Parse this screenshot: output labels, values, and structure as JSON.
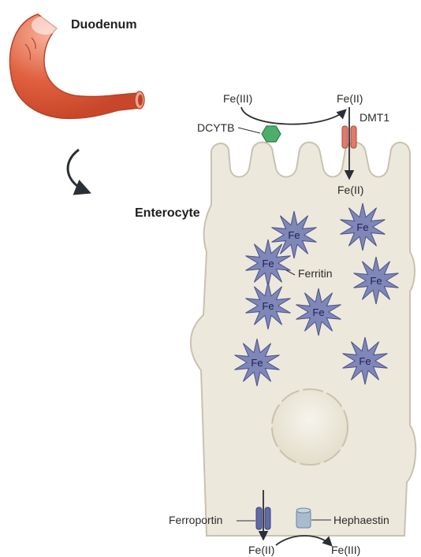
{
  "labels": {
    "duodenum": "Duodenum",
    "enterocyte": "Enterocyte",
    "fe3_top": "Fe(III)",
    "fe2_top": "Fe(II)",
    "dcytb": "DCYTB",
    "dmt1": "DMT1",
    "fe2_inside": "Fe(II)",
    "ferritin": "Ferritin",
    "ferroportin": "Ferroportin",
    "hephaestin": "Hephaestin",
    "fe2_bottom": "Fe(II)",
    "fe3_bottom": "Fe(III)"
  },
  "ferritin_marker_text": "Fe",
  "colors": {
    "duodenum": "#e0603f",
    "cell_fill": "#ece8dc",
    "cell_stroke": "#c9c2ae",
    "ferritin_star": "#7f86b8",
    "dcytb": "#4cae6a",
    "dmt1": "#e07a6a",
    "ferroportin": "#5f6aa6",
    "hephaestin": "#a9bccd",
    "arrow": "#2a2f36"
  },
  "icons": {
    "duodenum": "duodenum-organ-icon",
    "flow_arrow": "curved-arrow-icon",
    "dcytb": "hexagon-protein-icon",
    "dmt1": "channel-protein-icon",
    "ferroportin": "channel-protein-icon",
    "hephaestin": "cylinder-protein-icon",
    "ferritin": "star-ferritin-icon",
    "nucleus": "nucleus-icon"
  }
}
